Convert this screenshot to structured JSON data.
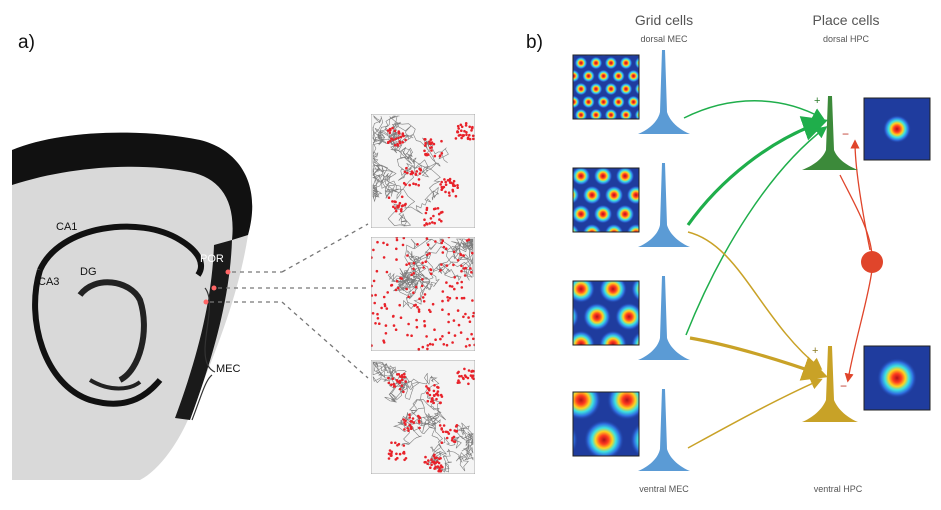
{
  "panel_a": {
    "label": "a)",
    "regions": {
      "ca1": "CA1",
      "ca3": "CA3",
      "dg": "DG",
      "por": "POR",
      "mec": "MEC"
    }
  },
  "panel_b": {
    "label": "b)",
    "grid_title": "Grid cells",
    "grid_subtitle": "dorsal MEC",
    "grid_bottom": "ventral MEC",
    "place_title": "Place cells",
    "place_subtitle": "dorsal HPC",
    "place_bottom": "ventral HPC",
    "plus": "+",
    "minus": "−"
  },
  "colors": {
    "grid_neuron": "#5b9bd5",
    "dorsal_place": "#3c8a3a",
    "ventral_place": "#c8a227",
    "green_arrow": "#1fae4b",
    "gold_arrow": "#c9a227",
    "interneuron": "#e0452b",
    "map_background": "#1f3c9e"
  }
}
